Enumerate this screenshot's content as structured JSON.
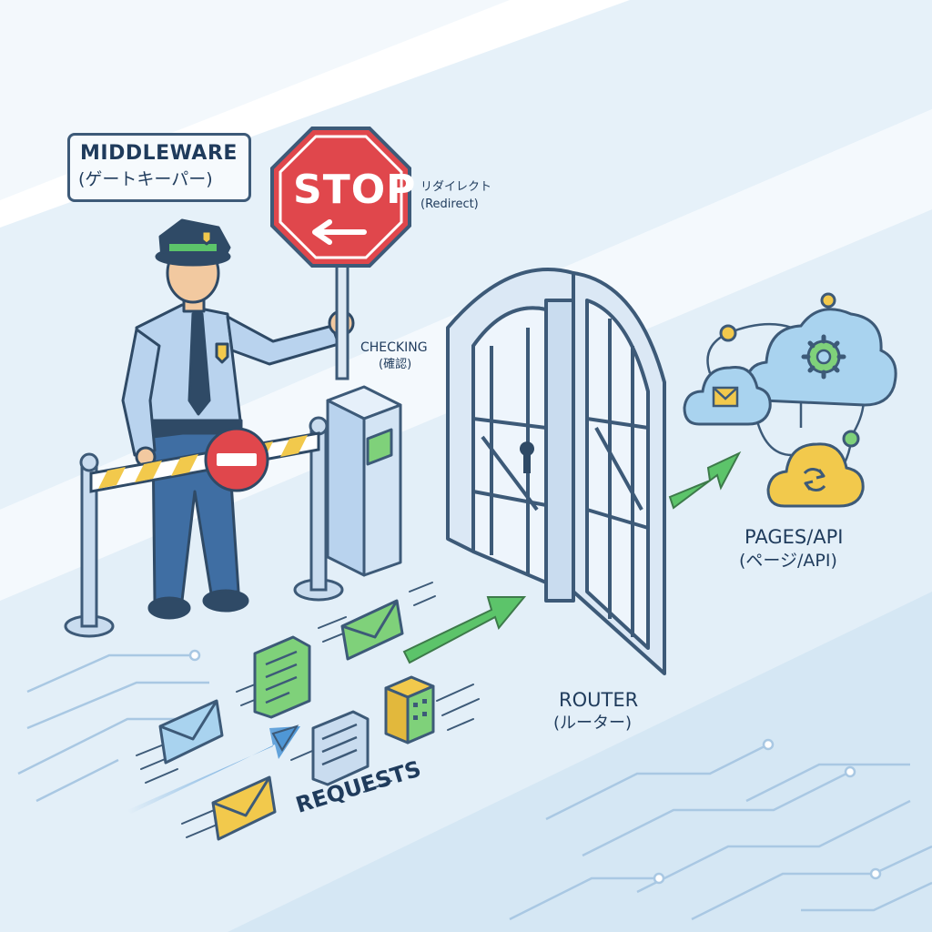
{
  "labels": {
    "middleware_title": "MIDDLEWARE",
    "middleware_sub": "(ゲートキーパー)",
    "stop_sign": "STOP",
    "redirect_jp": "リダイレクト",
    "redirect_en": "(Redirect)",
    "checking_en": "CHECKING",
    "checking_jp": "(確認)",
    "pages_en": "PAGES/API",
    "pages_jp": "(ページ/API)",
    "router_en": "ROUTER",
    "router_jp": "(ルーター)",
    "requests": "REQUESTS"
  },
  "colors": {
    "outline": "#3d5a78",
    "stop_red": "#e0474c",
    "green_arrow": "#5cc46a",
    "blue_arrow": "#4f97d6",
    "gate_blue": "#c9dcef",
    "uniform_blue": "#b9d3ee",
    "cloud_yellow": "#f2c94c",
    "envelope_green": "#7fd17a",
    "background_stripe": "#e3eff8"
  },
  "icons": [
    "security-guard-icon",
    "stop-sign-icon",
    "no-entry-sign-icon",
    "barrier-icon",
    "checking-kiosk-icon",
    "gate-icon",
    "cloud-icon",
    "gear-icon",
    "envelope-icon",
    "document-icon",
    "package-icon",
    "arrow-icon"
  ]
}
